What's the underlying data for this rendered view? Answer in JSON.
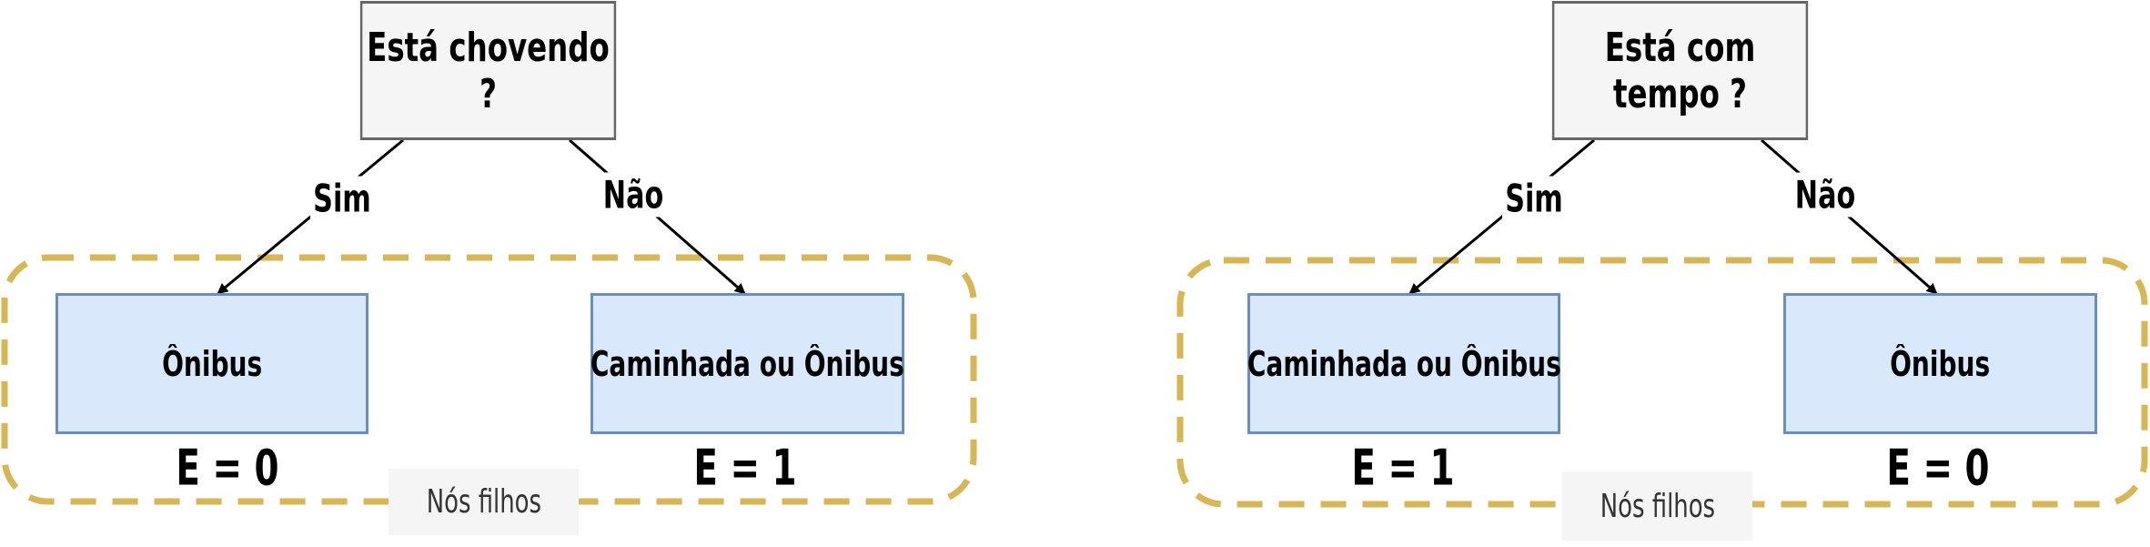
{
  "colors": {
    "question_fill": "#f5f5f5",
    "question_stroke": "#666666",
    "leaf_fill": "#dae8fc",
    "leaf_stroke": "#6c8ebf",
    "group_stroke": "#d6b656",
    "label_fill": "#f5f5f5"
  },
  "trees": [
    {
      "question": "Está chovendo ?",
      "yes_label": "Sim",
      "no_label": "Não",
      "left_leaf": "Ônibus",
      "right_leaf": "Caminhada ou Ônibus",
      "left_entropy": "E = 0",
      "right_entropy": "E = 1",
      "group_label": "Nós filhos"
    },
    {
      "question": "Está com tempo ?",
      "yes_label": "Sim",
      "no_label": "Não",
      "left_leaf": "Caminhada ou Ônibus",
      "right_leaf": "Ônibus",
      "left_entropy": "E = 1",
      "right_entropy": "E = 0",
      "group_label": "Nós filhos"
    }
  ]
}
